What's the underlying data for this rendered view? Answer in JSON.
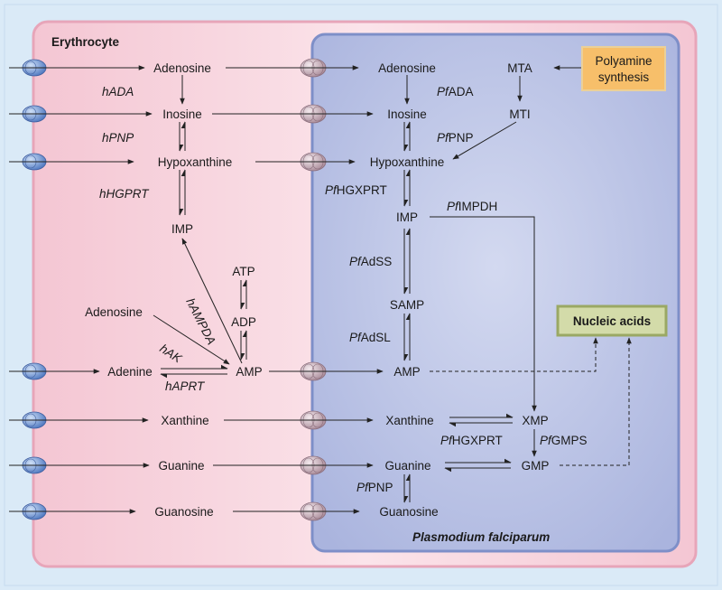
{
  "erythrocyte": {
    "title": "Erythrocyte",
    "metabolites": {
      "adenosine_top": "Adenosine",
      "inosine": "Inosine",
      "hypoxanthine": "Hypoxanthine",
      "imp": "IMP",
      "atp": "ATP",
      "adp": "ADP",
      "adenosine_mid": "Adenosine",
      "adenine": "Adenine",
      "amp": "AMP",
      "xanthine": "Xanthine",
      "guanine": "Guanine",
      "guanosine": "Guanosine"
    },
    "enzymes": {
      "ada": "hADA",
      "pnp": "hPNP",
      "hgprt": "hHGPRT",
      "ampda": "hAMPDA",
      "ak": "hAK",
      "aprt": "hAPRT"
    }
  },
  "parasite": {
    "title": "Plasmodium falciparum",
    "metabolites": {
      "adenosine": "Adenosine",
      "mta": "MTA",
      "inosine": "Inosine",
      "mti": "MTI",
      "hypoxanthine": "Hypoxanthine",
      "imp": "IMP",
      "samp": "SAMP",
      "amp": "AMP",
      "xanthine": "Xanthine",
      "xmp": "XMP",
      "guanine": "Guanine",
      "gmp": "GMP",
      "guanosine": "Guanosine"
    },
    "enzymes": {
      "ada": {
        "prefix": "Pf",
        "rest": "ADA"
      },
      "pnp_top": {
        "prefix": "Pf",
        "rest": "PNP"
      },
      "hgxprt_top": {
        "prefix": "Pf",
        "rest": "HGXPRT"
      },
      "impdh": {
        "prefix": "Pf",
        "rest": "IMPDH"
      },
      "adss": {
        "prefix": "Pf",
        "rest": "AdSS"
      },
      "adsl": {
        "prefix": "Pf",
        "rest": "AdSL"
      },
      "hgxprt_bottom": {
        "prefix": "Pf",
        "rest": "HGXPRT"
      },
      "gmps": {
        "prefix": "Pf",
        "rest": "GMPS"
      },
      "pnp_bottom": {
        "prefix": "Pf",
        "rest": "PNP"
      }
    }
  },
  "polyamine": {
    "line1": "Polyamine",
    "line2": "synthesis"
  },
  "nucleic_acids": "Nucleic acids",
  "colors": {
    "background": "#daeaf7",
    "erythrocyte_fill": "#f5cfd9",
    "erythrocyte_border": "#e8a7bb",
    "parasite_fill": "#b9c2e4",
    "parasite_border": "#7b8cc6",
    "polyamine_fill": "#f7bf6a",
    "nucleic_fill": "#d3dba9",
    "nucleic_border": "#9aa864",
    "host_transporter": "#5f86c7",
    "parasite_transporter": "#b79aa8"
  }
}
